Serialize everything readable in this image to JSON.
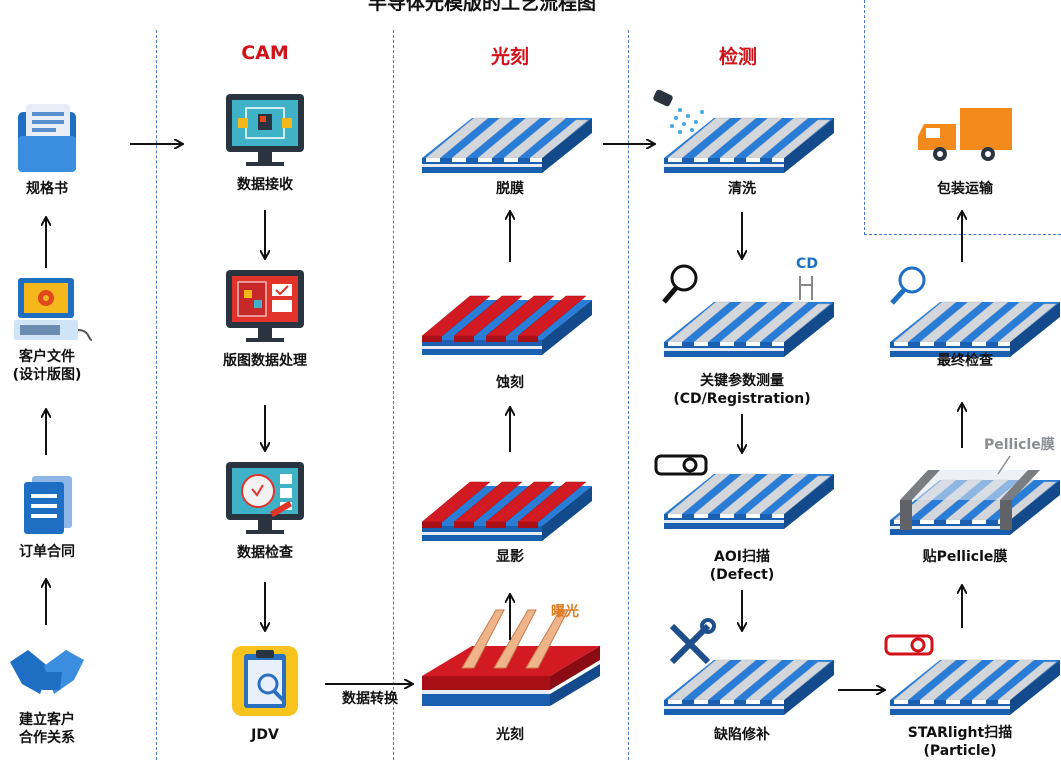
{
  "title": "半导体光模版的工艺流程图",
  "columns": {
    "cam": "CAM",
    "litho": "光刻",
    "inspect": "检测"
  },
  "customer": {
    "spec": "规格书",
    "file_line1": "客户文件",
    "file_line2": "(设计版图)",
    "order": "订单合同",
    "relation_line1": "建立客户",
    "relation_line2": "合作关系"
  },
  "cam": {
    "receive": "数据接收",
    "process": "版图数据处理",
    "check": "数据检查",
    "jdv": "JDV",
    "transfer": "数据转换"
  },
  "litho": {
    "strip": "脱膜",
    "etch": "蚀刻",
    "develop": "显影",
    "expose_step": "光刻",
    "exposure": "曝光"
  },
  "inspect": {
    "clean": "清洗",
    "cd_tag": "CD",
    "measure_line1": "关键参数测量",
    "measure_line2": "(CD/Registration)",
    "aoi_line1": "AOI扫描",
    "aoi_line2": "(Defect)",
    "repair": "缺陷修补"
  },
  "ship": {
    "pack": "包装运输",
    "final": "最终检查",
    "pellicle_tag": "Pellicle膜",
    "pellicle": "贴Pellicle膜",
    "star_line1": "STARlight扫描",
    "star_line2": "(Particle)"
  },
  "colors": {
    "accent_red": "#d0121b",
    "blue": "#1e6fc4",
    "grey_stripe": "#c8ccd2",
    "red_resist": "#c8151f",
    "orange": "#e07a1f",
    "divider": "#4a78c8"
  }
}
